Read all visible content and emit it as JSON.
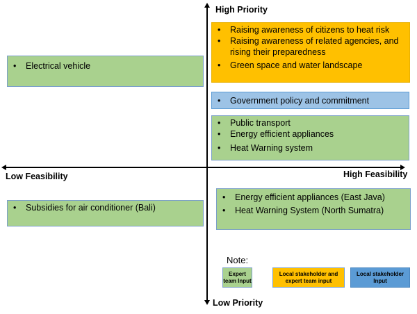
{
  "axes": {
    "high_priority": "High Priority",
    "low_priority": "Low Priority",
    "low_feasibility": "Low Feasibility",
    "high_feasibility": "High Feasibility"
  },
  "boxes": {
    "top_right_orange": [
      "Raising awareness of citizens to heat risk",
      "Raising awareness of related agencies, and rising their preparedness",
      "Green space and water landscape"
    ],
    "top_right_blue": [
      "Government policy and commitment"
    ],
    "top_right_green": [
      "Public transport",
      "Energy efficient appliances",
      "Heat Warning system"
    ],
    "top_left_green": [
      "Electrical vehicle"
    ],
    "bottom_left_green": [
      "Subsidies for air conditioner (Bali)"
    ],
    "bottom_right_green": [
      "Energy efficient appliances (East Java)",
      "Heat Warning System (North Sumatra)"
    ]
  },
  "note": {
    "title": "Note:",
    "legend": [
      "Expert team Input",
      "Local stakeholder and expert team input",
      "Local stakeholder Input"
    ]
  },
  "colors": {
    "expert": "#a9d18e",
    "both": "#ffc000",
    "local": "#5b9bd5",
    "local_box": "#9dc3e6"
  }
}
